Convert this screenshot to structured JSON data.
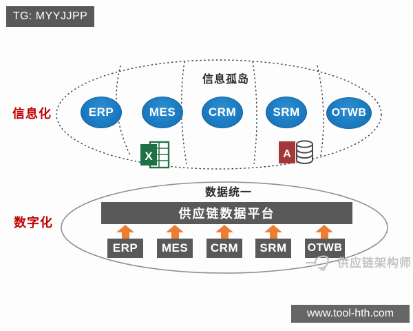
{
  "header": {
    "tg_badge": "TG: MYYJJPP"
  },
  "side_labels": {
    "informatization": "信息化",
    "digitalization": "数字化"
  },
  "top_section": {
    "title": "信息孤岛",
    "systems": [
      "ERP",
      "MES",
      "CRM",
      "SRM",
      "OTWB"
    ],
    "excel_letter": "X",
    "access_letter": "A",
    "bubble_color": "#1c7cc2"
  },
  "bottom_section": {
    "title": "数据统一",
    "platform_label": "供应链数据平台",
    "systems": [
      "ERP",
      "MES",
      "CRM",
      "SRM",
      "OTWB"
    ],
    "panel_color": "#595959",
    "arrow_color": "#ed7d31"
  },
  "watermark": {
    "text": "供应链架构师"
  },
  "footer": {
    "url_badge": "www.tool-hth.com"
  },
  "colors": {
    "accent_red": "#c00000",
    "bubble_blue": "#1c7cc2",
    "dark_gray": "#595959",
    "arrow_orange": "#ed7d31",
    "excel_green": "#1e7145",
    "access_red": "#a4373a"
  }
}
